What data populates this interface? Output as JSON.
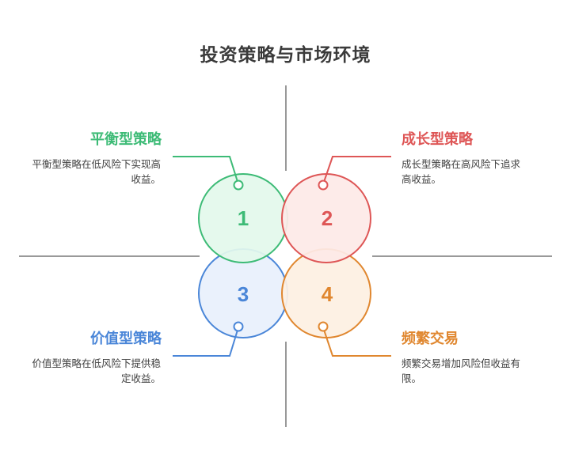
{
  "title": "投资策略与市场环境",
  "quadrants": [
    {
      "number": "1",
      "title": "平衡型策略",
      "description": "平衡型策略在低风险下实现高收益。",
      "stroke": "#3dbb76",
      "fill": "#e3f9ec"
    },
    {
      "number": "2",
      "title": "成长型策略",
      "description": "成长型策略在高风险下追求高收益。",
      "stroke": "#de5656",
      "fill": "#fde9e7"
    },
    {
      "number": "3",
      "title": "价值型策略",
      "description": "价值型策略在低风险下提供稳定收益。",
      "stroke": "#4a86d8",
      "fill": "#e8f0fc"
    },
    {
      "number": "4",
      "title": "频繁交易",
      "description": "频繁交易增加风险但收益有限。",
      "stroke": "#e0872f",
      "fill": "#fdf0e2"
    }
  ],
  "axis_color": "#999999"
}
